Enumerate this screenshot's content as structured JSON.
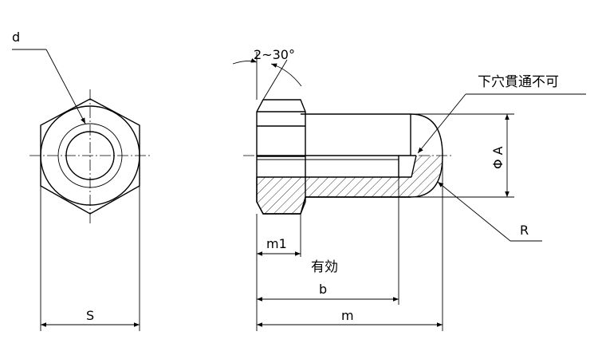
{
  "labels": {
    "d": "d",
    "s": "S",
    "angle": "2~30°",
    "no_through_hole": "下穴貫通不可",
    "phi_a": "Φ A",
    "r": "R",
    "m1": "m1",
    "effective": "有効",
    "b": "b",
    "m": "m"
  }
}
